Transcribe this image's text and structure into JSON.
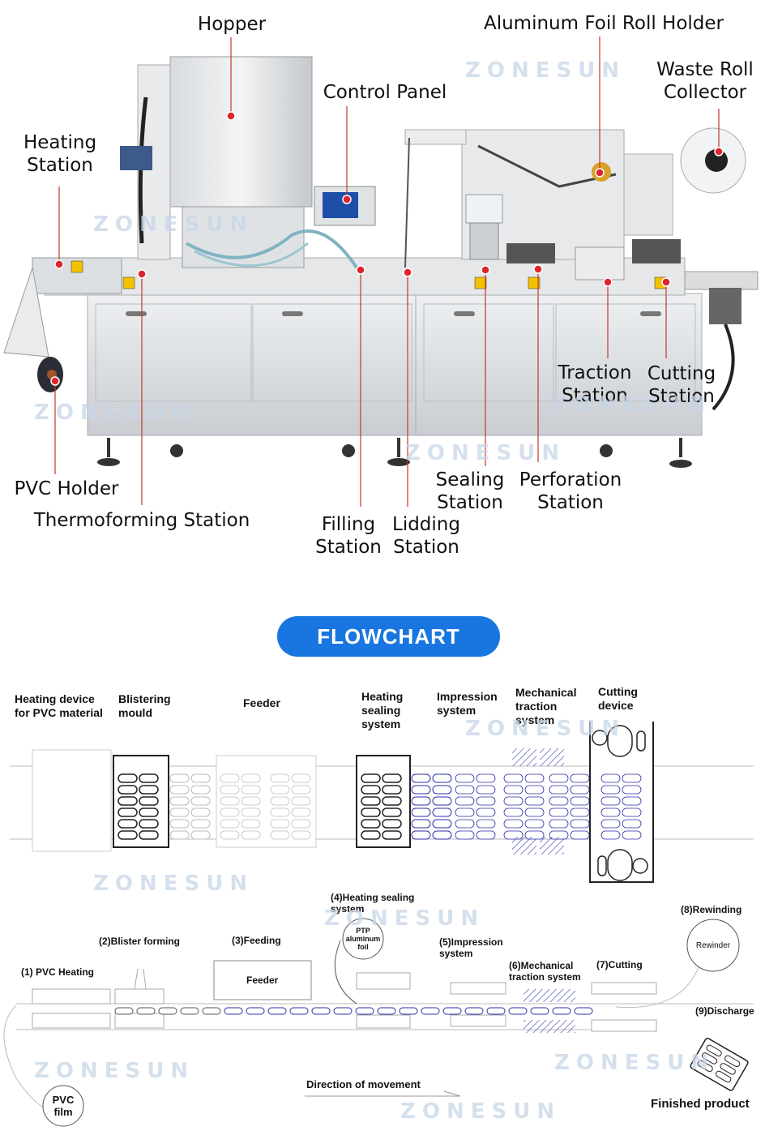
{
  "machine_labels": {
    "hopper": "Hopper",
    "foil_holder": "Aluminum Foil Roll Holder",
    "waste_collector": "Waste Roll\nCollector",
    "control_panel": "Control Panel",
    "heating_station": "Heating\nStation",
    "traction_station": "Traction\nStation",
    "cutting_station": "Cutting\nStation",
    "pvc_holder": "PVC Holder",
    "thermoforming_station": "Thermoforming Station",
    "sealing_station": "Sealing\nStation",
    "perforation_station": "Perforation\nStation",
    "filling_station": "Filling\nStation",
    "lidding_station": "Lidding\nStation"
  },
  "watermark": "ZONESUN",
  "flowchart": {
    "title": "FLOWCHART",
    "heating_device": "Heating device\nfor PVC material",
    "blistering_mould": "Blistering\nmould",
    "feeder": "Feeder",
    "heating_sealing": "Heating\nsealing\nsystem",
    "impression": "Impression\nsystem",
    "mechanical_traction": "Mechanical\ntraction\nsystem",
    "cutting_device": "Cutting\ndevice"
  },
  "process": {
    "step1": "(1) PVC Heating",
    "step2": "(2)Blister forming",
    "step3": "(3)Feeding",
    "step4": "(4)Heating sealing\nsystem",
    "step5": "(5)Impression\nsystem",
    "step6": "(6)Mechanical\ntraction system",
    "step7": "(7)Cutting",
    "step8": "(8)Rewinding",
    "step9": "(9)Discharge",
    "feeder_box": "Feeder",
    "ptp_foil": "PTP\naluminum\nfoil",
    "rewinder": "Rewinder",
    "direction": "Direction of movement",
    "pvc_film": "PVC\nfilm",
    "finished": "Finished product"
  },
  "colors": {
    "accent_blue": "#1976e0",
    "dot_red": "#e0242c",
    "pointer_red": "#c0392b",
    "steel": "#d9dcdf",
    "blister_blue": "#2b2fa8"
  }
}
